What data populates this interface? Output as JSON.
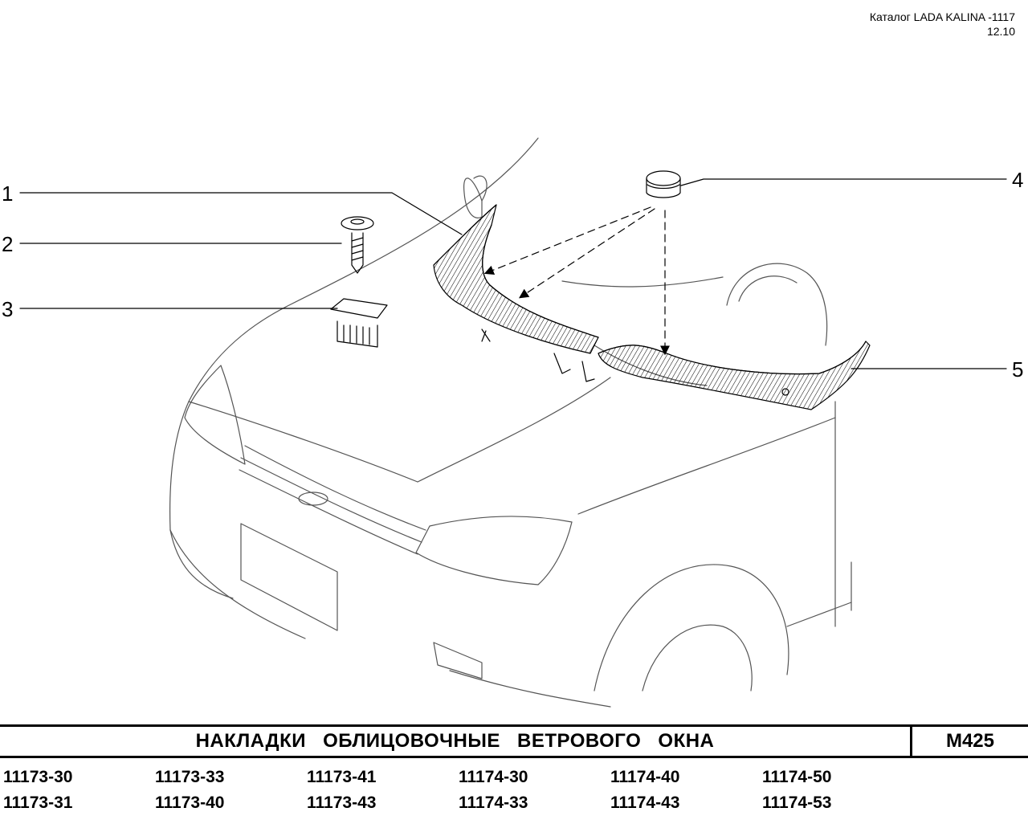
{
  "header": {
    "catalog_line": "Каталог LADA KALINA -1117",
    "date_line": "12.10"
  },
  "callouts": [
    "1",
    "2",
    "3",
    "4",
    "5"
  ],
  "title_bar": {
    "title": "НАКЛАДКИ ОБЛИЦОВОЧНЫЕ ВЕТРОВОГО ОКНА",
    "code": "M425"
  },
  "models": [
    "11173-30",
    "11173-33",
    "11173-41",
    "11174-30",
    "11174-40",
    "11174-50",
    "11173-31",
    "11173-40",
    "11173-43",
    "11174-33",
    "11174-43",
    "11174-53"
  ]
}
